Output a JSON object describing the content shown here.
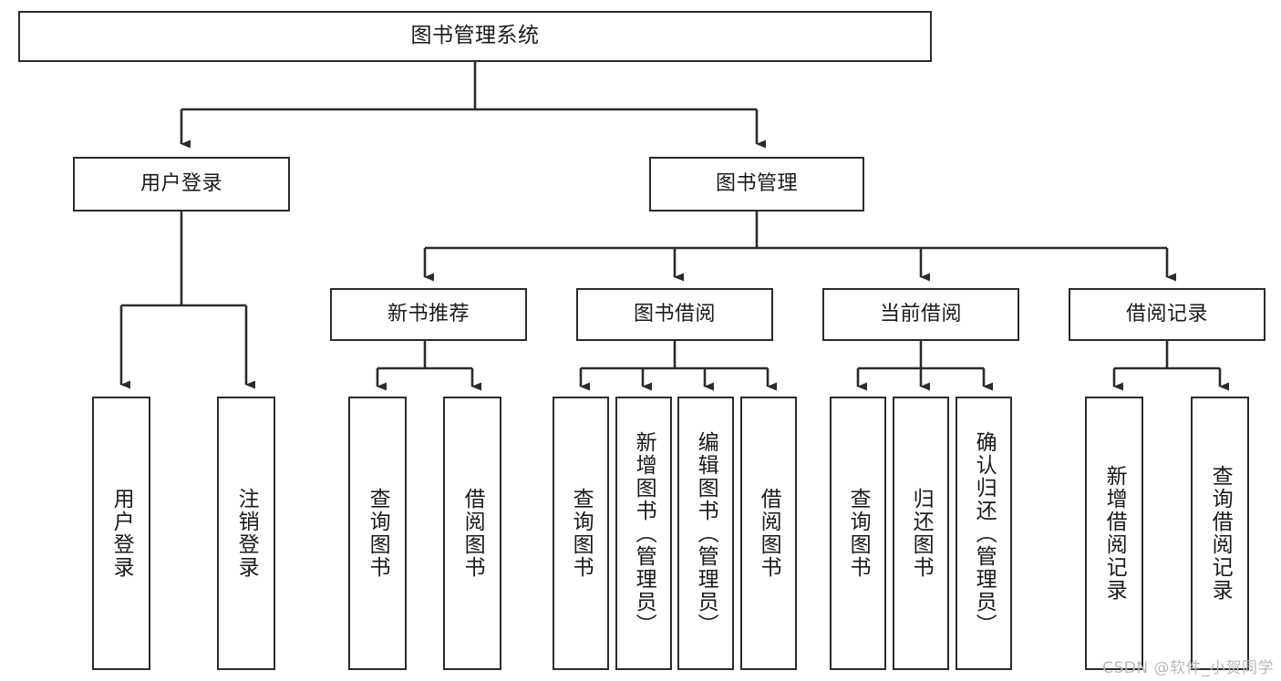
{
  "diagram": {
    "title": "图书管理系统",
    "watermark": "CSDN @软件_小贺同学",
    "line_color": "#2b2b2b",
    "box_fill": "#ffffff",
    "text_color": "#1a1a1a",
    "nodes": {
      "root": "图书管理系统",
      "level2": {
        "user_login": "用户登录",
        "book_manage": "图书管理"
      },
      "level3": {
        "new_book_recommend": "新书推荐",
        "book_borrow": "图书借阅",
        "current_borrow": "当前借阅",
        "borrow_record": "借阅记录"
      },
      "leaves": {
        "user_login_children": [
          "用户登录",
          "注销登录"
        ],
        "new_book_recommend_children": [
          "查询图书",
          "借阅图书"
        ],
        "book_borrow_children": [
          "查询图书",
          "新增图书（管理员）",
          "编辑图书（管理员）",
          "借阅图书"
        ],
        "current_borrow_children": [
          "查询图书",
          "归还图书",
          "确认归还（管理员）"
        ],
        "borrow_record_children": [
          "新增借阅记录",
          "查询借阅记录"
        ]
      }
    }
  }
}
